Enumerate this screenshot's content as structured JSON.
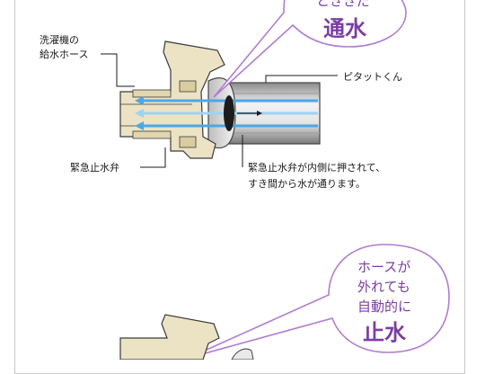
{
  "panel_top": {
    "label_hose_line1": "洗濯機の",
    "label_hose_line2": "給水ホース",
    "label_pitatto": "ピタットくん",
    "label_valve": "緊急止水弁",
    "label_desc_line1": "緊急止水弁が内側に押されて、",
    "label_desc_line2": "すき間から水が通ります。",
    "bubble_top_partial": "とききだ",
    "bubble_main": "通水"
  },
  "panel_bottom": {
    "bubble_line1": "ホースが",
    "bubble_line2": "外れても",
    "bubble_line3": "自動的に",
    "bubble_main": "止水"
  },
  "colors": {
    "accent_purple": "#7b3ea2",
    "bubble_border": "#b07cd0",
    "fitting_beige": "#ece3c4",
    "flow_blue": "#4aa8e6",
    "pipe_gray": "#cfcfcf",
    "outline": "#3a3a3a"
  }
}
